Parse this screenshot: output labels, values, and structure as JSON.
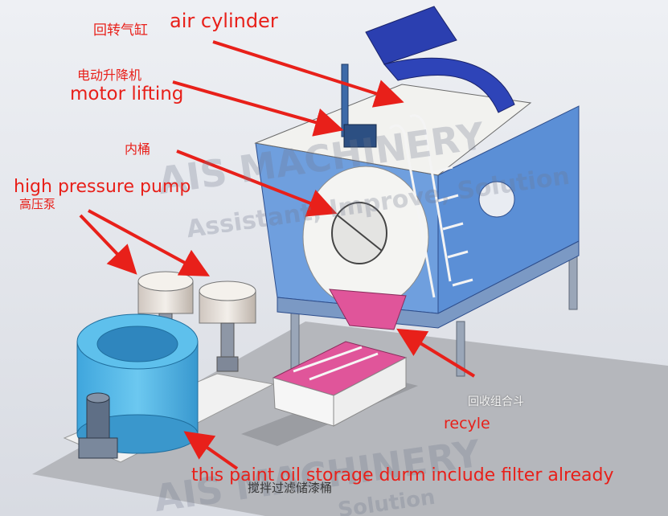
{
  "labels": {
    "air_cylinder_cn": "回转气缸",
    "air_cylinder_en": "air cylinder",
    "motor_lifting_cn": "电动升降机",
    "motor_lifting_en": "motor lifting",
    "inner_barrel_cn": "内桶",
    "high_pressure_pump_en": "high pressure pump",
    "high_pressure_pump_cn": "高压泵",
    "recycle_hopper_cn": "回收组合斗",
    "recycle_en": "recyle",
    "storage_drum_en": "this paint oil storage durm include filter already",
    "storage_drum_cn": "搅拌过滤储漆桶"
  },
  "watermark": {
    "brand": "AIS MACHINERY",
    "slogan": "Assistant, Improve, Solution",
    "slogan_short": "Solution"
  },
  "colors": {
    "annotation": "#e8201a",
    "frame_blue": "#5b8fd6",
    "hood_blue": "#2b3fb0",
    "drum_cyan": "#4fb6e6",
    "hopper_pink": "#e0559a",
    "floor": "#b5b7bc"
  }
}
